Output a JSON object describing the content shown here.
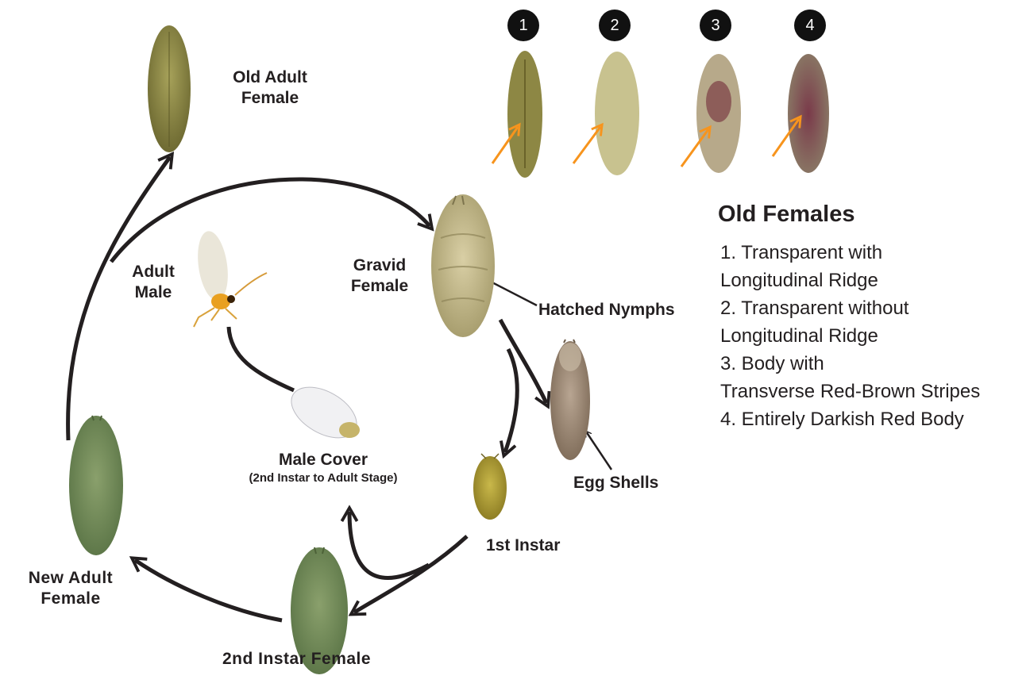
{
  "stages": {
    "old_adult_female": "Old Adult Female",
    "gravid_female": "Gravid Female",
    "hatched_nymphs": "Hatched Nymphs",
    "egg_shells": "Egg Shells",
    "first_instar": "1st Instar",
    "second_instar_female": "2nd Instar Female",
    "new_adult_female": "New Adult Female",
    "adult_male": "Adult Male",
    "male_cover": "Male Cover",
    "male_cover_note": "(2nd Instar to Adult Stage)"
  },
  "old_females": {
    "title": "Old Females",
    "badges": [
      "1",
      "2",
      "3",
      "4"
    ],
    "items": [
      {
        "line1": "1. Transparent with",
        "line2": "Longitudinal Ridge"
      },
      {
        "line1": "2. Transparent without",
        "line2": "Longitudinal Ridge"
      },
      {
        "line1": "3. Body with",
        "line2": "Transverse Red-Brown Stripes"
      },
      {
        "line1": "4. Entirely Darkish Red Body",
        "line2": ""
      }
    ]
  },
  "colors": {
    "arrow": "#231f20",
    "indicator_arrow": "#f7941d",
    "badge": "#111111",
    "adult_body": "#8f8a45",
    "green_body": "#6f8a55",
    "male_body": "#e9a020"
  }
}
